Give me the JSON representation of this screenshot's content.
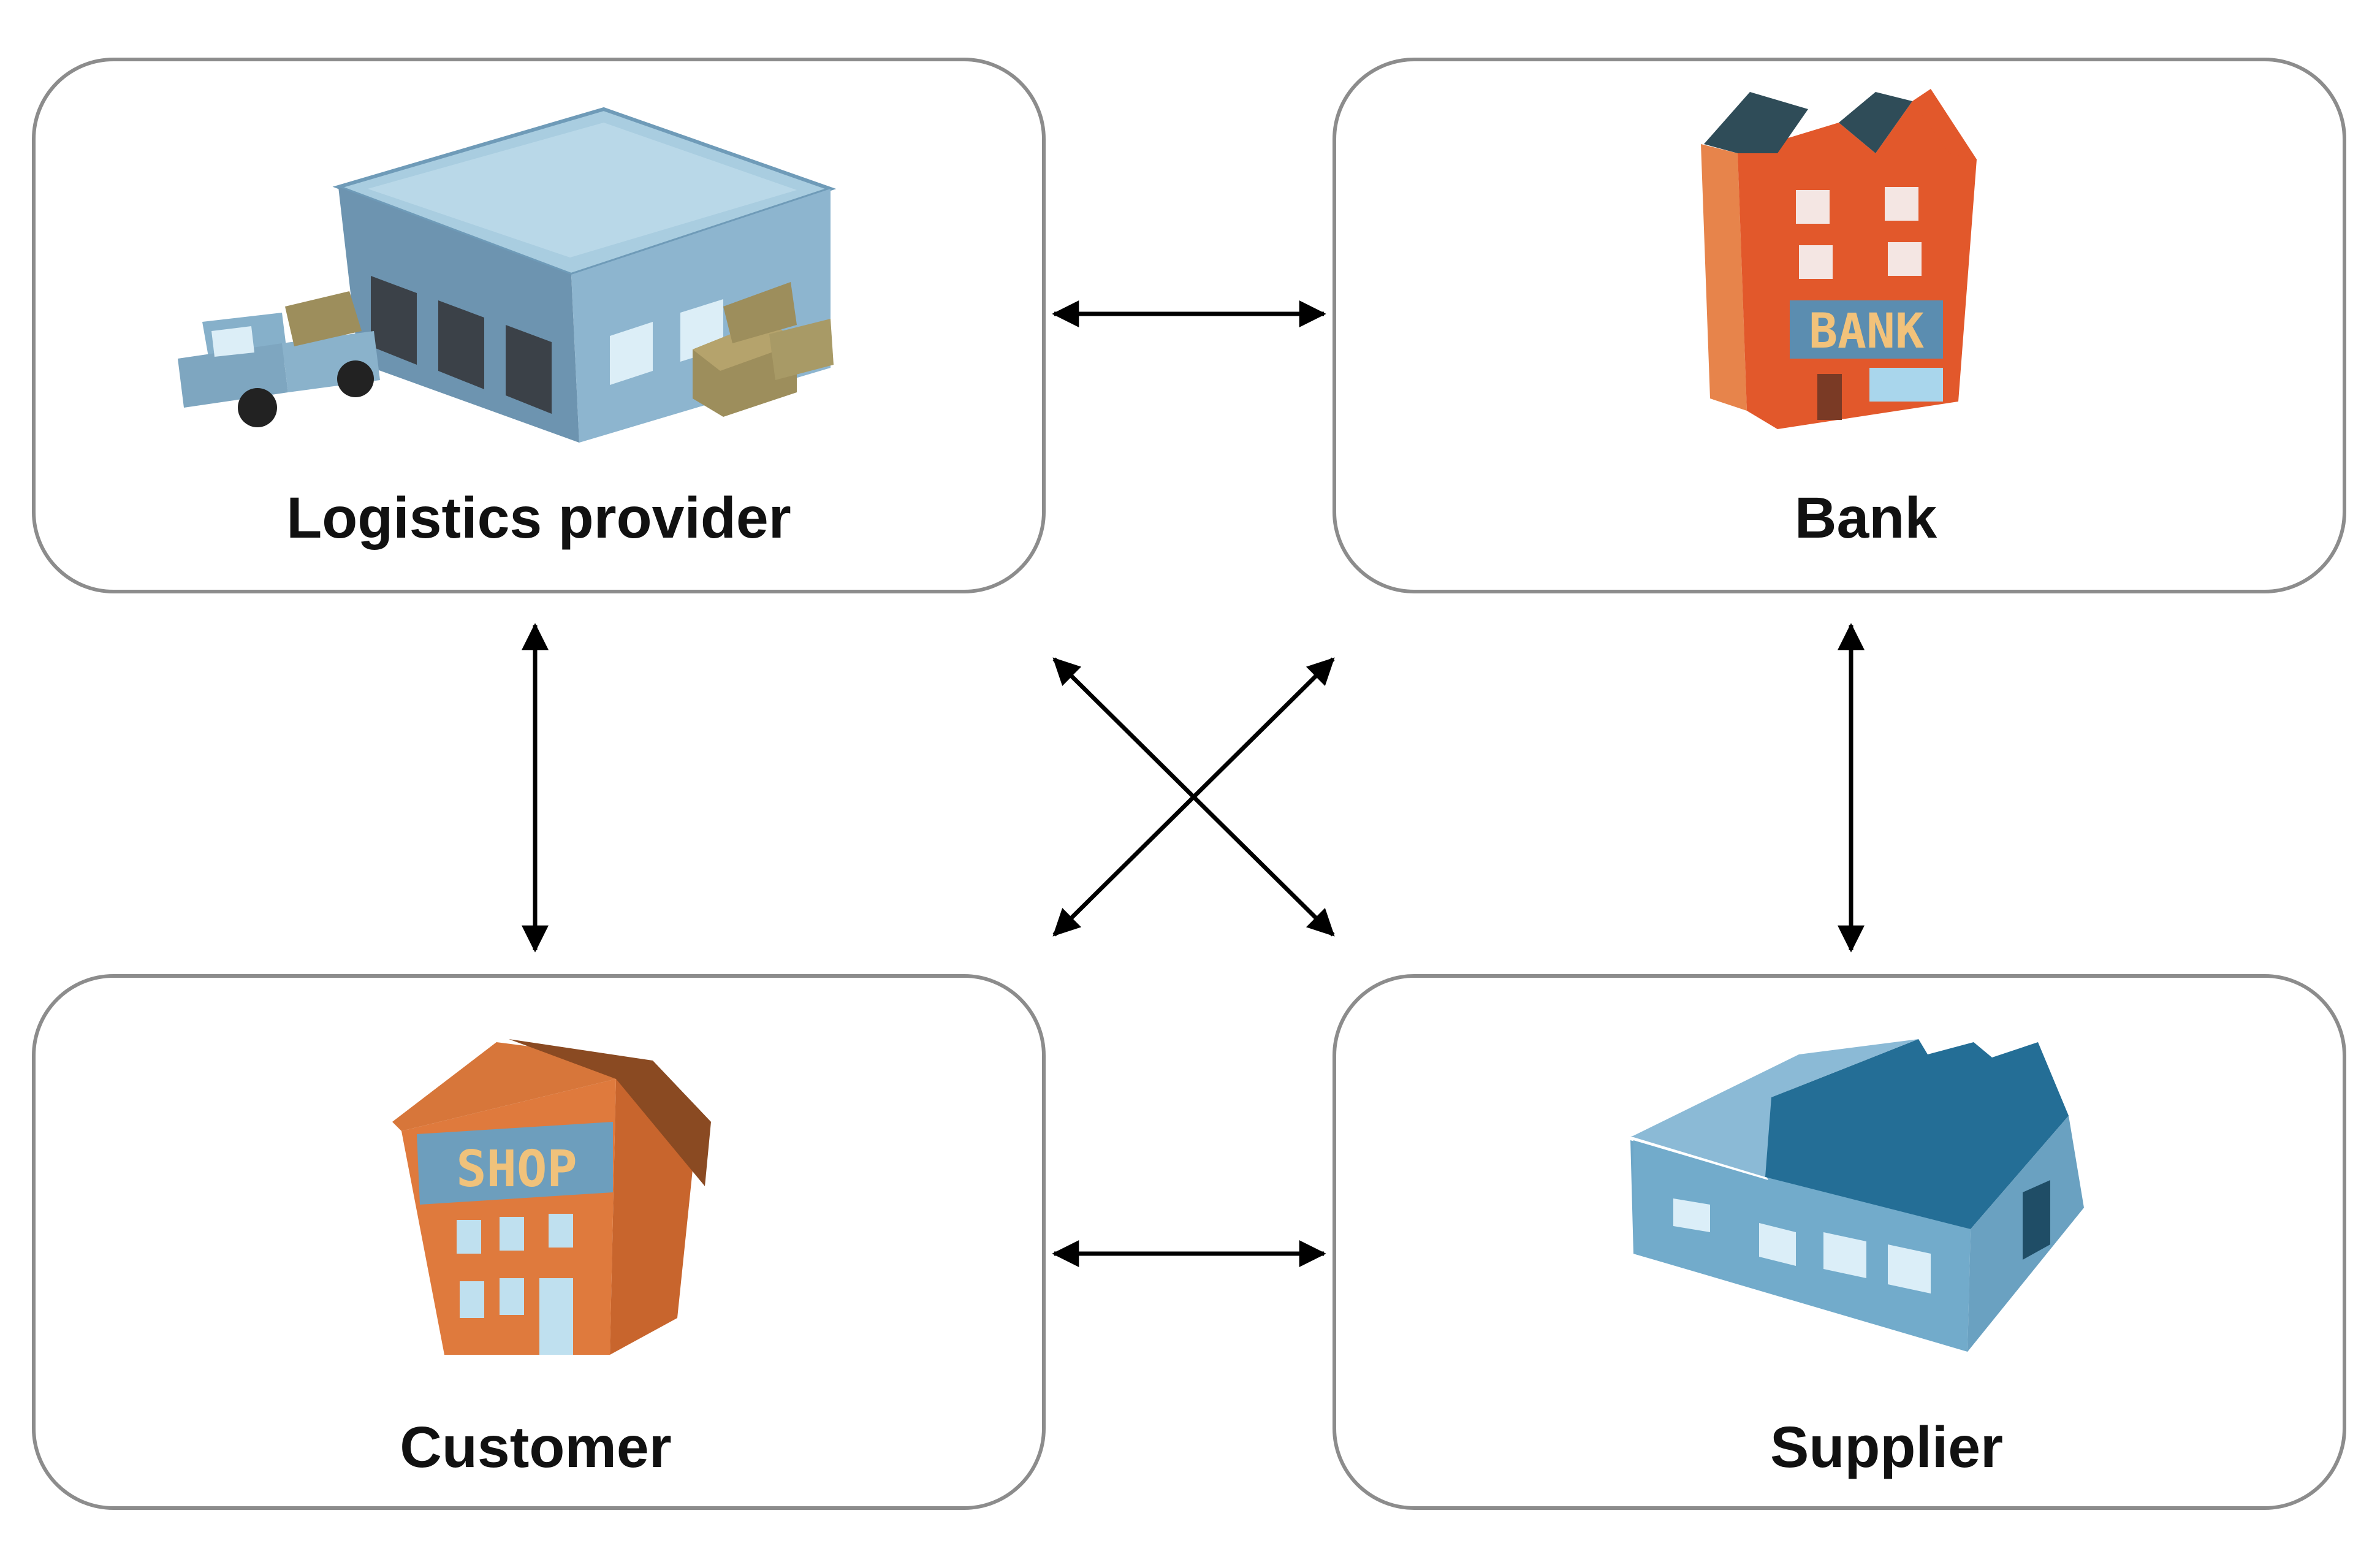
{
  "diagram": {
    "nodes": [
      {
        "id": "logistics",
        "label": "Logistics provider",
        "icon": "warehouse-with-truck-icon"
      },
      {
        "id": "bank",
        "label": "Bank",
        "icon": "bank-building-icon",
        "sign_text": "BANK"
      },
      {
        "id": "customer",
        "label": "Customer",
        "icon": "shop-building-icon",
        "sign_text": "SHOP"
      },
      {
        "id": "supplier",
        "label": "Supplier",
        "icon": "factory-icon"
      }
    ],
    "edges": [
      {
        "from": "logistics",
        "to": "bank",
        "direction": "both"
      },
      {
        "from": "customer",
        "to": "supplier",
        "direction": "both"
      },
      {
        "from": "logistics",
        "to": "customer",
        "direction": "both"
      },
      {
        "from": "bank",
        "to": "supplier",
        "direction": "both"
      },
      {
        "from": "logistics",
        "to": "supplier",
        "direction": "both"
      },
      {
        "from": "bank",
        "to": "customer",
        "direction": "both"
      }
    ],
    "colors": {
      "box_border": "#8c8c8c",
      "arrow": "#000000",
      "warehouse_blue": "#7fa8c4",
      "bank_orange": "#e0592a",
      "shop_orange": "#d9753a",
      "factory_blue": "#5f9bbd"
    }
  }
}
